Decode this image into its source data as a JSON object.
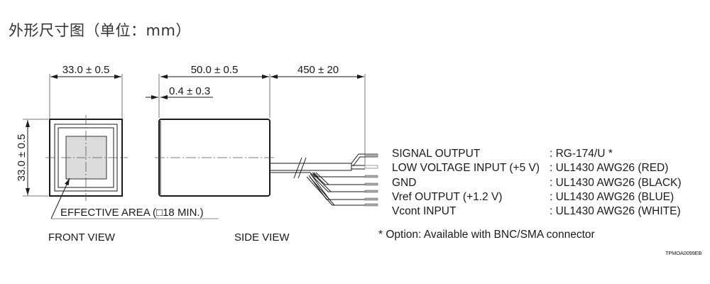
{
  "title": "外形尺寸图（单位：mm）",
  "front_view": {
    "label": "FRONT VIEW",
    "width_dim": "33.0 ± 0.5",
    "height_dim": "33.0 ± 0.5",
    "effective_area": "EFFECTIVE AREA (□18 MIN.)"
  },
  "side_view": {
    "label": "SIDE VIEW",
    "length_dim": "50.0 ± 0.5",
    "window_dim": "0.4 ± 0.3",
    "cable_dim": "450 ± 20"
  },
  "wires": [
    {
      "name": "SIGNAL OUTPUT",
      "spec": ": RG-174/U *"
    },
    {
      "name": "LOW VOLTAGE INPUT (+5 V)",
      "spec": ": UL1430 AWG26 (RED)"
    },
    {
      "name": "GND",
      "spec": ": UL1430 AWG26 (BLACK)"
    },
    {
      "name": "Vref OUTPUT (+1.2 V)",
      "spec": ": UL1430 AWG26 (BLUE)"
    },
    {
      "name": "Vcont INPUT",
      "spec": ": UL1430 AWG26 (WHITE)"
    }
  ],
  "footnote": "* Option: Available with BNC/SMA connector",
  "drawing_code": "TPMOA0099EB"
}
